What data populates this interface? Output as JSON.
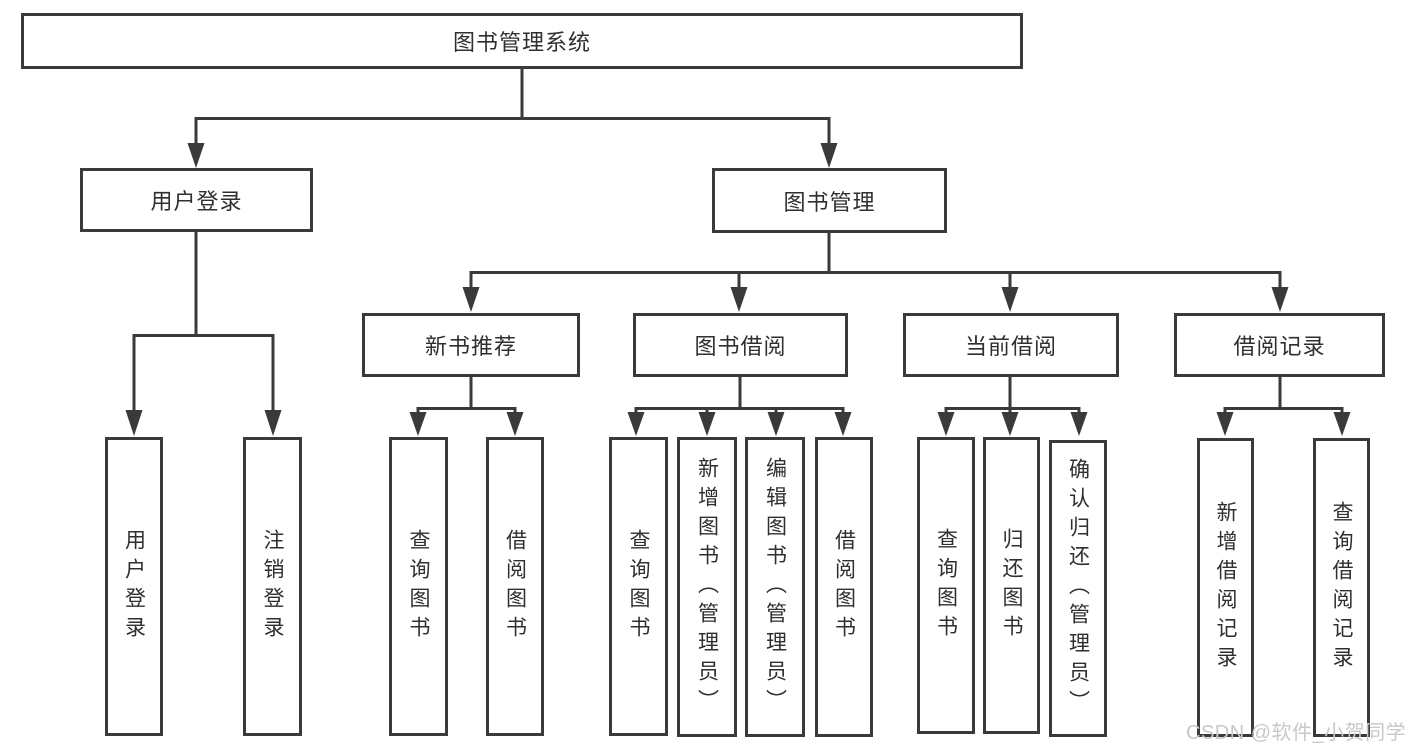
{
  "diagram": {
    "root": {
      "label": "图书管理系统"
    },
    "branches": [
      {
        "label": "用户登录",
        "leaves": [
          {
            "label": "用户登录"
          },
          {
            "label": "注销登录"
          }
        ]
      },
      {
        "label": "图书管理",
        "sections": [
          {
            "label": "新书推荐",
            "leaves": [
              {
                "label": "查询图书"
              },
              {
                "label": "借阅图书"
              }
            ]
          },
          {
            "label": "图书借阅",
            "leaves": [
              {
                "label": "查询图书"
              },
              {
                "label": "新增图书（管理员）"
              },
              {
                "label": "编辑图书（管理员）"
              },
              {
                "label": "借阅图书"
              }
            ]
          },
          {
            "label": "当前借阅",
            "leaves": [
              {
                "label": "查询图书"
              },
              {
                "label": "归还图书"
              },
              {
                "label": "确认归还（管理员）"
              }
            ]
          },
          {
            "label": "借阅记录",
            "leaves": [
              {
                "label": "新增借阅记录"
              },
              {
                "label": "查询借阅记录"
              }
            ]
          }
        ]
      }
    ]
  },
  "watermark": {
    "text": "CSDN @软件_小贺同学"
  },
  "colors": {
    "line": "#3a3a3a",
    "text": "#2f2f2f",
    "watermark": "#c8c8c8",
    "background": "#ffffff"
  }
}
